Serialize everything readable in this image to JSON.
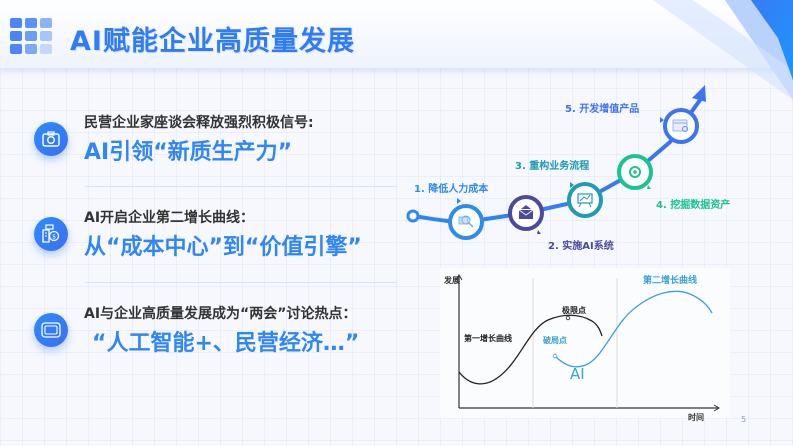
{
  "header": {
    "title": "AI赋能企业高质量发展",
    "logo_colors": [
      "#4a86f7",
      "#5b92f8",
      "#8bb4fa",
      "#4a86f7",
      "#6a9ef8",
      "#a6c6fb",
      "#4a86f7",
      "#7caaf9",
      "#c3d8fc"
    ]
  },
  "points": [
    {
      "icon": "camera-icon",
      "subtitle": "民营企业家座谈会释放强烈积极信号:",
      "headline": "AI引领“新质生产力”"
    },
    {
      "icon": "finance-icon",
      "subtitle": "AI开启企业第二增长曲线：",
      "headline": "从“成本中心”到“价值引擎”"
    },
    {
      "icon": "screen-icon",
      "subtitle": "AI与企业高质量发展成为“两会”讨论热点：",
      "headline": "“人工智能+、民营经济…”"
    }
  ],
  "steps": [
    {
      "label": "1. 降低人力成本",
      "color": "#2e8bf0",
      "icon": "search-chart-icon"
    },
    {
      "label": "2. 实施AI系统",
      "color": "#4b4a9e",
      "icon": "email-icon"
    },
    {
      "label": "3. 重构业务流程",
      "color": "#1f9ab8",
      "icon": "presentation-icon"
    },
    {
      "label": "4. 挖掘数据资产",
      "color": "#1cc28f",
      "icon": "data-cycle-icon"
    },
    {
      "label": "5. 开发增值产品",
      "color": "#3d74f0",
      "icon": "browser-search-icon"
    }
  ],
  "chart_data": {
    "type": "line",
    "title": "",
    "xlabel": "时间",
    "ylabel": "发展",
    "series": [
      {
        "name": "第一增长曲线",
        "color": "#222222"
      },
      {
        "name": "第二增长曲线",
        "color": "#3aa0d8"
      }
    ],
    "annotations": [
      "极限点",
      "破局点",
      "AI",
      "第一增长曲线",
      "第二增长曲线"
    ],
    "grid": false
  },
  "chart_labels": {
    "y_axis": "发展",
    "x_axis": "时间",
    "first_curve": "第一增长曲线",
    "second_curve": "第二增长曲线",
    "limit_point": "极限点",
    "breakthrough_point": "破局点",
    "ai": "AI"
  },
  "page_number": "5"
}
